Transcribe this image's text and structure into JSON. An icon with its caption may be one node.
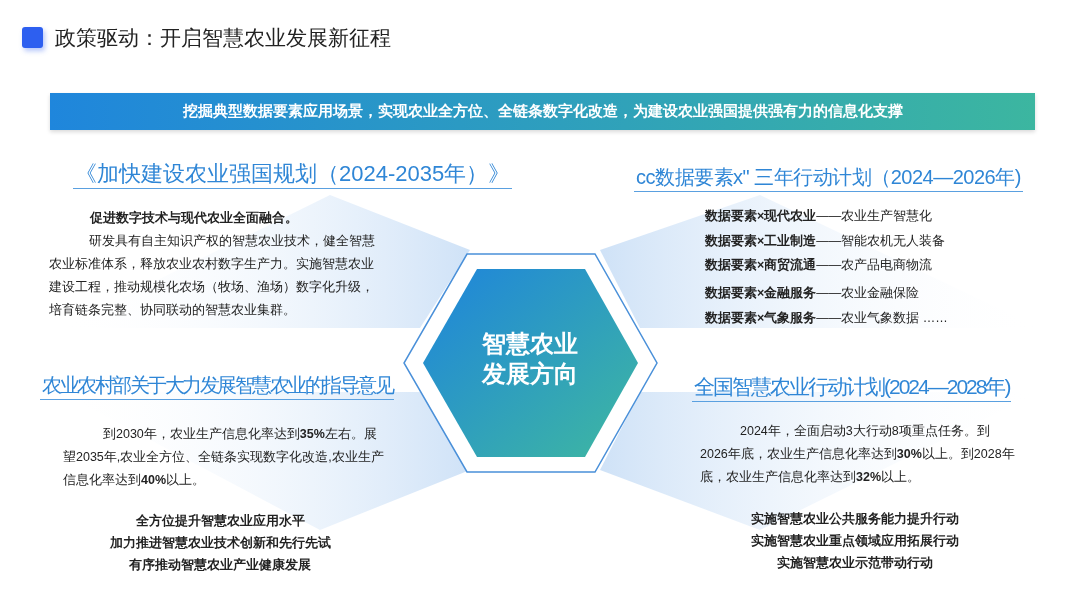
{
  "diagram": {
    "title": "政策驱动：开启智慧农业发展新征程",
    "nodes": [
      {
        "text": [
          "挖掘典型数据要素应用场景，实现农业全方位、全链条数字化改造，为建设农业强国提供强有力的信息化支撑"
        ]
      },
      {
        "text": [
          "智慧农业发展方向"
        ]
      }
    ],
    "labels": [
      "《加快建设农业强国规划（2024-2035年）》",
      "促进数字技术与现代农业全面融合。",
      "研发具有自主知识产权的智慧农业技术，健全智慧农业标准体系，释放农业农村数字生产力。实施智慧农业建设工程，推动规模化农场（牧场、渔场）数字化升级，培育链条完整、协同联动的智慧农业集群。",
      "cc数据要素x\" 三年行动计划（2024—2026年)",
      "**数据要素×现代农业**——农业生产智慧化",
      "**数据要素×工业制造**——智能农机无人装备",
      "**数据要素×商贸流通**——农产品电商物流",
      "**数据要素×金融服务**——农业金融保险",
      "**数据要素×气象服务**——农业气象数据 ……",
      "农业农村部关于大力发展智慧农业的指导意见",
      "到2030年，农业生产信息化率达到**35%**左右。展望2035年,农业全方位、全链条实现数字化改造,农业生产信息化率达到**40%**以上。",
      "全方位提升智慧农业应用水平",
      "加力推进智慧农业技术创新和先行先试",
      "有序推动智慧农业产业健康发展",
      "全国智慧农业行动计划(2024—2028年)",
      "2024年，全面启动3大行动8项重点任务。到2026年底，农业生产信息化率达到**30%**以上。到2028年底，农业生产信息化率达到**32%**以上。",
      "实施智慧农业公共服务能力提升行动",
      "实施智慧农业重点领域应用拓展行动",
      "实施智慧农业示范带动行动"
    ]
  }
}
